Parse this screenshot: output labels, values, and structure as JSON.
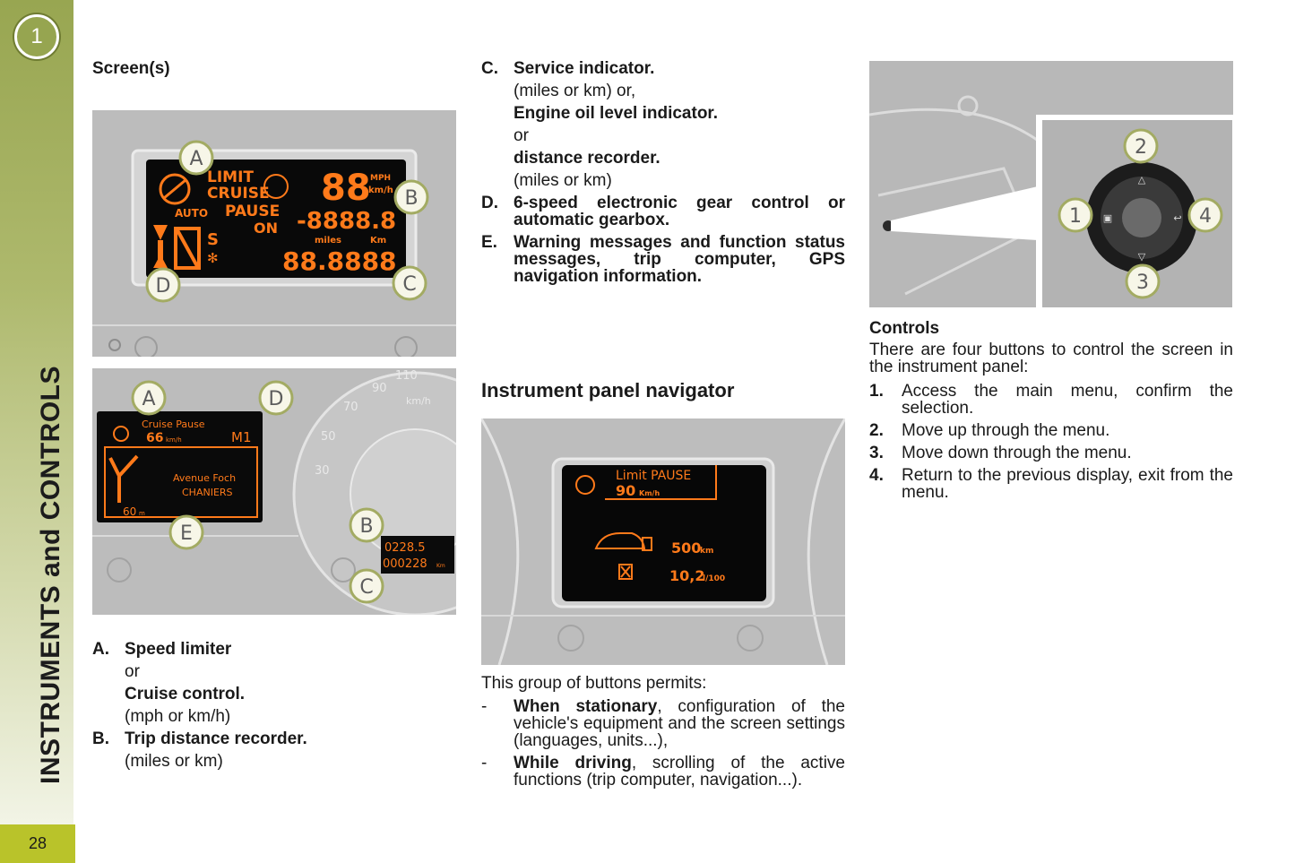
{
  "sidebar": {
    "chapter_number": "1",
    "chapter_title": "INSTRUMENTS and CONTROLS",
    "page_number": "28"
  },
  "col1": {
    "heading": "Screen(s)",
    "fig1": {
      "labels": [
        "A",
        "B",
        "C",
        "D"
      ],
      "lcd": {
        "limit": "LIMIT",
        "cruise": "CRUISE",
        "auto": "AUTO",
        "pause": "PAUSE",
        "on": "ON",
        "speed": "88",
        "unit_top": "MPH",
        "unit_bottom": "km/h",
        "trip": "-8888.8",
        "miles": "miles",
        "km": "Km",
        "odo": "88.8888",
        "gear_s": "S"
      }
    },
    "fig2": {
      "labels": [
        "A",
        "D",
        "E",
        "B",
        "C"
      ],
      "lcd": {
        "cruise_pause": "Cruise  Pause",
        "speed": "66",
        "speed_unit": "km/h",
        "gear": "M1",
        "street": "Avenue Foch",
        "city": "CHANIERS",
        "distance": "60",
        "distance_unit": "m"
      },
      "trip": "0228.5",
      "odo": "000228",
      "odo_unit": "Km",
      "dial": [
        "110",
        "90",
        "70",
        "50",
        "30"
      ],
      "dial_unit": "km/h"
    },
    "items": [
      {
        "key": "A.",
        "lines": [
          {
            "text": "Speed limiter",
            "bold": true
          },
          {
            "text": "or",
            "bold": false
          },
          {
            "text": "Cruise control.",
            "bold": true
          },
          {
            "text": "(mph or km/h)",
            "bold": false
          }
        ]
      },
      {
        "key": "B.",
        "lines": [
          {
            "text": "Trip distance recorder.",
            "bold": true
          },
          {
            "text": "(miles or km)",
            "bold": false
          }
        ]
      }
    ]
  },
  "col2": {
    "item_c": {
      "key": "C.",
      "line1": "Service indicator.",
      "line2": "(miles or km) or,",
      "line3": "Engine oil level indicator.",
      "line4": "or",
      "line5": "distance recorder.",
      "line6": "(miles or km)"
    },
    "item_d": {
      "key": "D.",
      "text": "6-speed electronic gear control or automatic gearbox."
    },
    "item_e": {
      "key": "E.",
      "text": "Warning messages and function status messages, trip computer, GPS navigation information."
    },
    "heading": "Instrument panel navigator",
    "fig3": {
      "limit_pause": "Limit PAUSE",
      "speed": "90",
      "speed_unit": "Km/h",
      "range": "500",
      "range_unit": "km",
      "consumption": "10,2",
      "consumption_unit": "l/100"
    },
    "intro": "This group of buttons permits:",
    "bullets": [
      {
        "bold": "When stationary",
        "rest": ", configuration of the vehicle's equipment and the screen settings (languages, units...),"
      },
      {
        "bold": "While driving",
        "rest": ", scrolling of the active functions (trip computer, navigation...)."
      }
    ]
  },
  "col3": {
    "fig4": {
      "buttons": [
        "1",
        "2",
        "3",
        "4"
      ]
    },
    "heading": "Controls",
    "intro": "There are four buttons to control the screen in the instrument panel:",
    "items": [
      {
        "key": "1.",
        "text": "Access the main menu, confirm the selection."
      },
      {
        "key": "2.",
        "text": "Move up through the menu."
      },
      {
        "key": "3.",
        "text": "Move down through the menu."
      },
      {
        "key": "4.",
        "text": "Return to the previous display, exit from the menu."
      }
    ]
  },
  "colors": {
    "band_top": "#98a651",
    "page_tab": "#b9c32a",
    "lcd_orange": "#ff7a1a",
    "figure_grey": "#bdbdbd"
  }
}
